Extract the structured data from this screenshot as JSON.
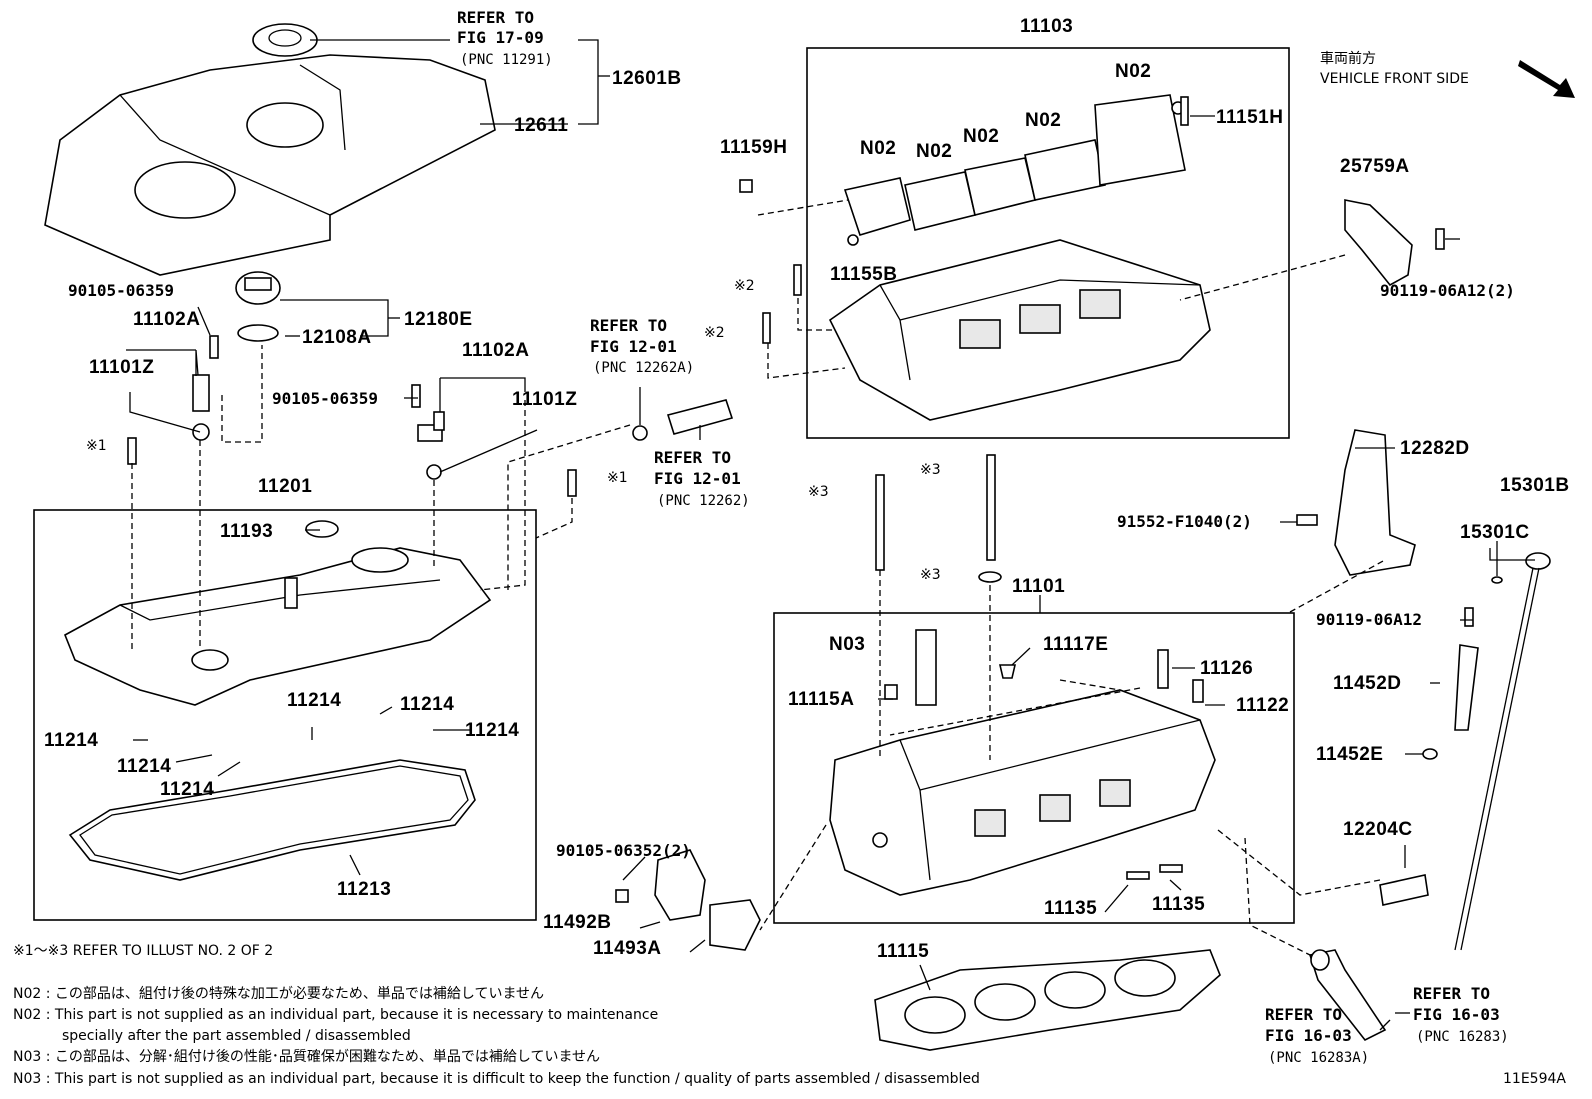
{
  "diagram_id": "11E594A",
  "direction": {
    "jp": "車両前方",
    "en": "VEHICLE FRONT SIDE"
  },
  "labels": {
    "p12601B": "12601B",
    "p12611": "12611",
    "ref_17_09_a": "REFER TO",
    "ref_17_09_b": "FIG 17-09",
    "ref_17_09_c": "(PNC 11291)",
    "p11103": "11103",
    "n02_a": "N02",
    "n02_b": "N02",
    "n02_c": "N02",
    "n02_d": "N02",
    "n02_e": "N02",
    "p11151H": "11151H",
    "p11159H": "11159H",
    "p11155B": "11155B",
    "s2_a": "※2",
    "s2_b": "※2",
    "p25759A": "25759A",
    "p90119_06A12_2": "90119-06A12(2)",
    "p90105_06359_a": "90105-06359",
    "p11102A_a": "11102A",
    "p11101Z_a": "11101Z",
    "p12180E": "12180E",
    "p12108A": "12108A",
    "ref_12_01_a1": "REFER TO",
    "ref_12_01_a2": "FIG 12-01",
    "ref_12_01_a3": "(PNC 12262A)",
    "p11102A_b": "11102A",
    "p90105_06359_b": "90105-06359",
    "p11101Z_b": "11101Z",
    "s1_a": "※1",
    "s1_b": "※1",
    "ref_12_01_b1": "REFER TO",
    "ref_12_01_b2": "FIG 12-01",
    "ref_12_01_b3": "(PNC 12262)",
    "p11201": "11201",
    "p11193": "11193",
    "p11214_a": "11214",
    "p11214_b": "11214",
    "p11214_c": "11214",
    "p11214_d": "11214",
    "p11214_e": "11214",
    "p11214_f": "11214",
    "p11213": "11213",
    "s3_a": "※3",
    "s3_b": "※3",
    "s3_c": "※3",
    "p12282D": "12282D",
    "p91552": "91552-F1040(2)",
    "p15301B": "15301B",
    "p15301C": "15301C",
    "p11101": "11101",
    "p90119_06A12": "90119-06A12",
    "n03": "N03",
    "p11117E": "11117E",
    "p11126": "11126",
    "p11115A": "11115A",
    "p11122": "11122",
    "p11452D": "11452D",
    "p11452E": "11452E",
    "p12204C": "12204C",
    "p90105_06352": "90105-06352(2)",
    "p11492B": "11492B",
    "p11493A": "11493A",
    "p11135_a": "11135",
    "p11135_b": "11135",
    "p11115": "11115",
    "ref_16_03_a1": "REFER TO",
    "ref_16_03_a2": "FIG 16-03",
    "ref_16_03_a3": "(PNC 16283A)",
    "ref_16_03_b1": "REFER TO",
    "ref_16_03_b2": "FIG 16-03",
    "ref_16_03_b3": "(PNC 16283)"
  },
  "notes": {
    "refer_illust": "※1～※3  REFER TO ILLUST NO. 2 OF 2",
    "n02_jp": "N02 : この部品は、組付け後の特殊な加工が必要なため、単品では補給していません",
    "n02_en1": "N02 : This part is not supplied as an individual part, because it is necessary to maintenance",
    "n02_en2": "specially after the part assembled / disassembled",
    "n03_jp": "N03 : この部品は、分解･組付け後の性能･品質確保が困難なため、単品では補給していません",
    "n03_en": "N03 : This part is not supplied as an individual part, because it is difficult to keep the function / quality of parts  assembled / disassembled"
  }
}
